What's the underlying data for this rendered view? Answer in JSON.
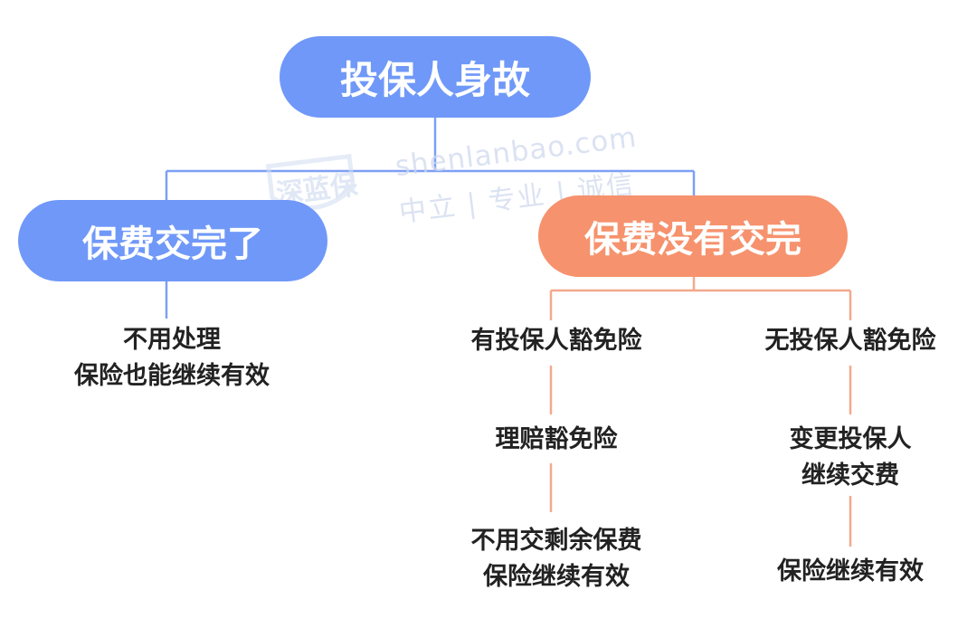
{
  "root": {
    "label": "投保人身故"
  },
  "left_branch": {
    "label": "保费交完了",
    "result_lines": [
      "不用处理",
      "保险也能继续有效"
    ]
  },
  "right_branch": {
    "label": "保费没有交完",
    "with_waiver": {
      "label": "有投保人豁免险",
      "step1": "理赔豁免险",
      "step2_lines": [
        "不用交剩余保费",
        "保险继续有效"
      ]
    },
    "without_waiver": {
      "label": "无投保人豁免险",
      "step1_lines": [
        "变更投保人",
        "继续交费"
      ],
      "step2": "保险继续有效"
    }
  },
  "watermark": {
    "domain": "shenlanbao.com",
    "slogan": "中立 | 专业 | 诚信",
    "logo_text": "深蓝保"
  },
  "colors": {
    "blue": "#6f98f8",
    "orange": "#f6926d",
    "blue_line": "#7d9ff5",
    "orange_line": "#f4a88d",
    "text": "#222222",
    "watermark": "#cfd9ee"
  }
}
